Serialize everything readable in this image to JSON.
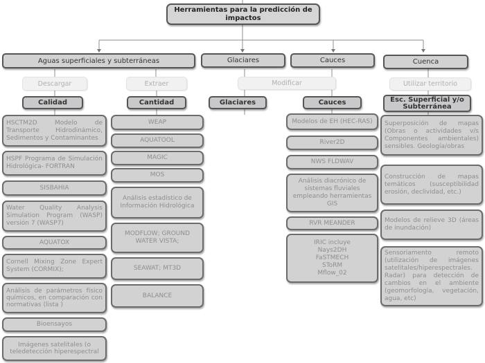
{
  "root": {
    "title": "Herramientas para la predicción de impactos"
  },
  "categories": [
    {
      "label": "Aguas superficiales y subterráneas"
    },
    {
      "label": "Glaciares"
    },
    {
      "label": "Cauces"
    },
    {
      "label": "Cuenca"
    }
  ],
  "actions": {
    "descargar": "Descargar",
    "extraer": "Extraer",
    "modificar": "Modificar",
    "utilizar": "Utilizar territorio"
  },
  "subcategories": {
    "calidad": "Calidad",
    "cantidad": "Cantidad",
    "glaciares": "Glaciares",
    "cauces": "Cauces",
    "escorrentia": "Esc.  Superficial y/o Subterránea"
  },
  "calidad_tools": [
    "HSCTM2D Modelo de Transporte Hidrodinámico, Sedimentos y Contaminantes",
    "HSPF Programa de Simulación Hidrológica- FORTRAN",
    "SISBAHIA",
    "Water Quality Analysis Simulation Program (WASP) versión 7 (WASP7)",
    "AQUATOX",
    "Cornell Mixing Zone Expert System (CORMIX);",
    "Análisis de parámetros físico químicos, en comparación con normativas (lista )",
    "Bioensayos",
    "Imágenes satelitales (o teledetección hiperespectral"
  ],
  "cantidad_tools": [
    "WEAP",
    "AQUATOOL",
    "MAGIC",
    "MOS",
    "Análisis estadístico de Información Hidrológica",
    "MODFLOW; GROUND WATER VISTA;",
    "SEAWAT; MT3D",
    "BALANCE"
  ],
  "cauces_tools": [
    "Modelos de EH (HEC-RAS)",
    "River2D",
    "NWS FLDWAV",
    "Análisis diacrónico de sistemas fluviales empleando herramientas GIS",
    "RVR MEANDER",
    "IRIC incluye Nays2DH FaSTMECH SToRM Mflow_02"
  ],
  "cuenca_tools": [
    "Superposición de mapas (Obras o actividades v/s Componentes ambientales) sensibles. Geología/obras",
    "Construcción de mapas temáticos (susceptibilidad erosión, declividad, etc.)",
    "Modelos de relieve 3D (áreas de inundación)",
    "Sensoriamento remoto (utilización de imágenes satelitales/hiperespectrales. Radar) para detección de cambios en el ambiente (geomorfología, vegetación, agua, etc)"
  ]
}
